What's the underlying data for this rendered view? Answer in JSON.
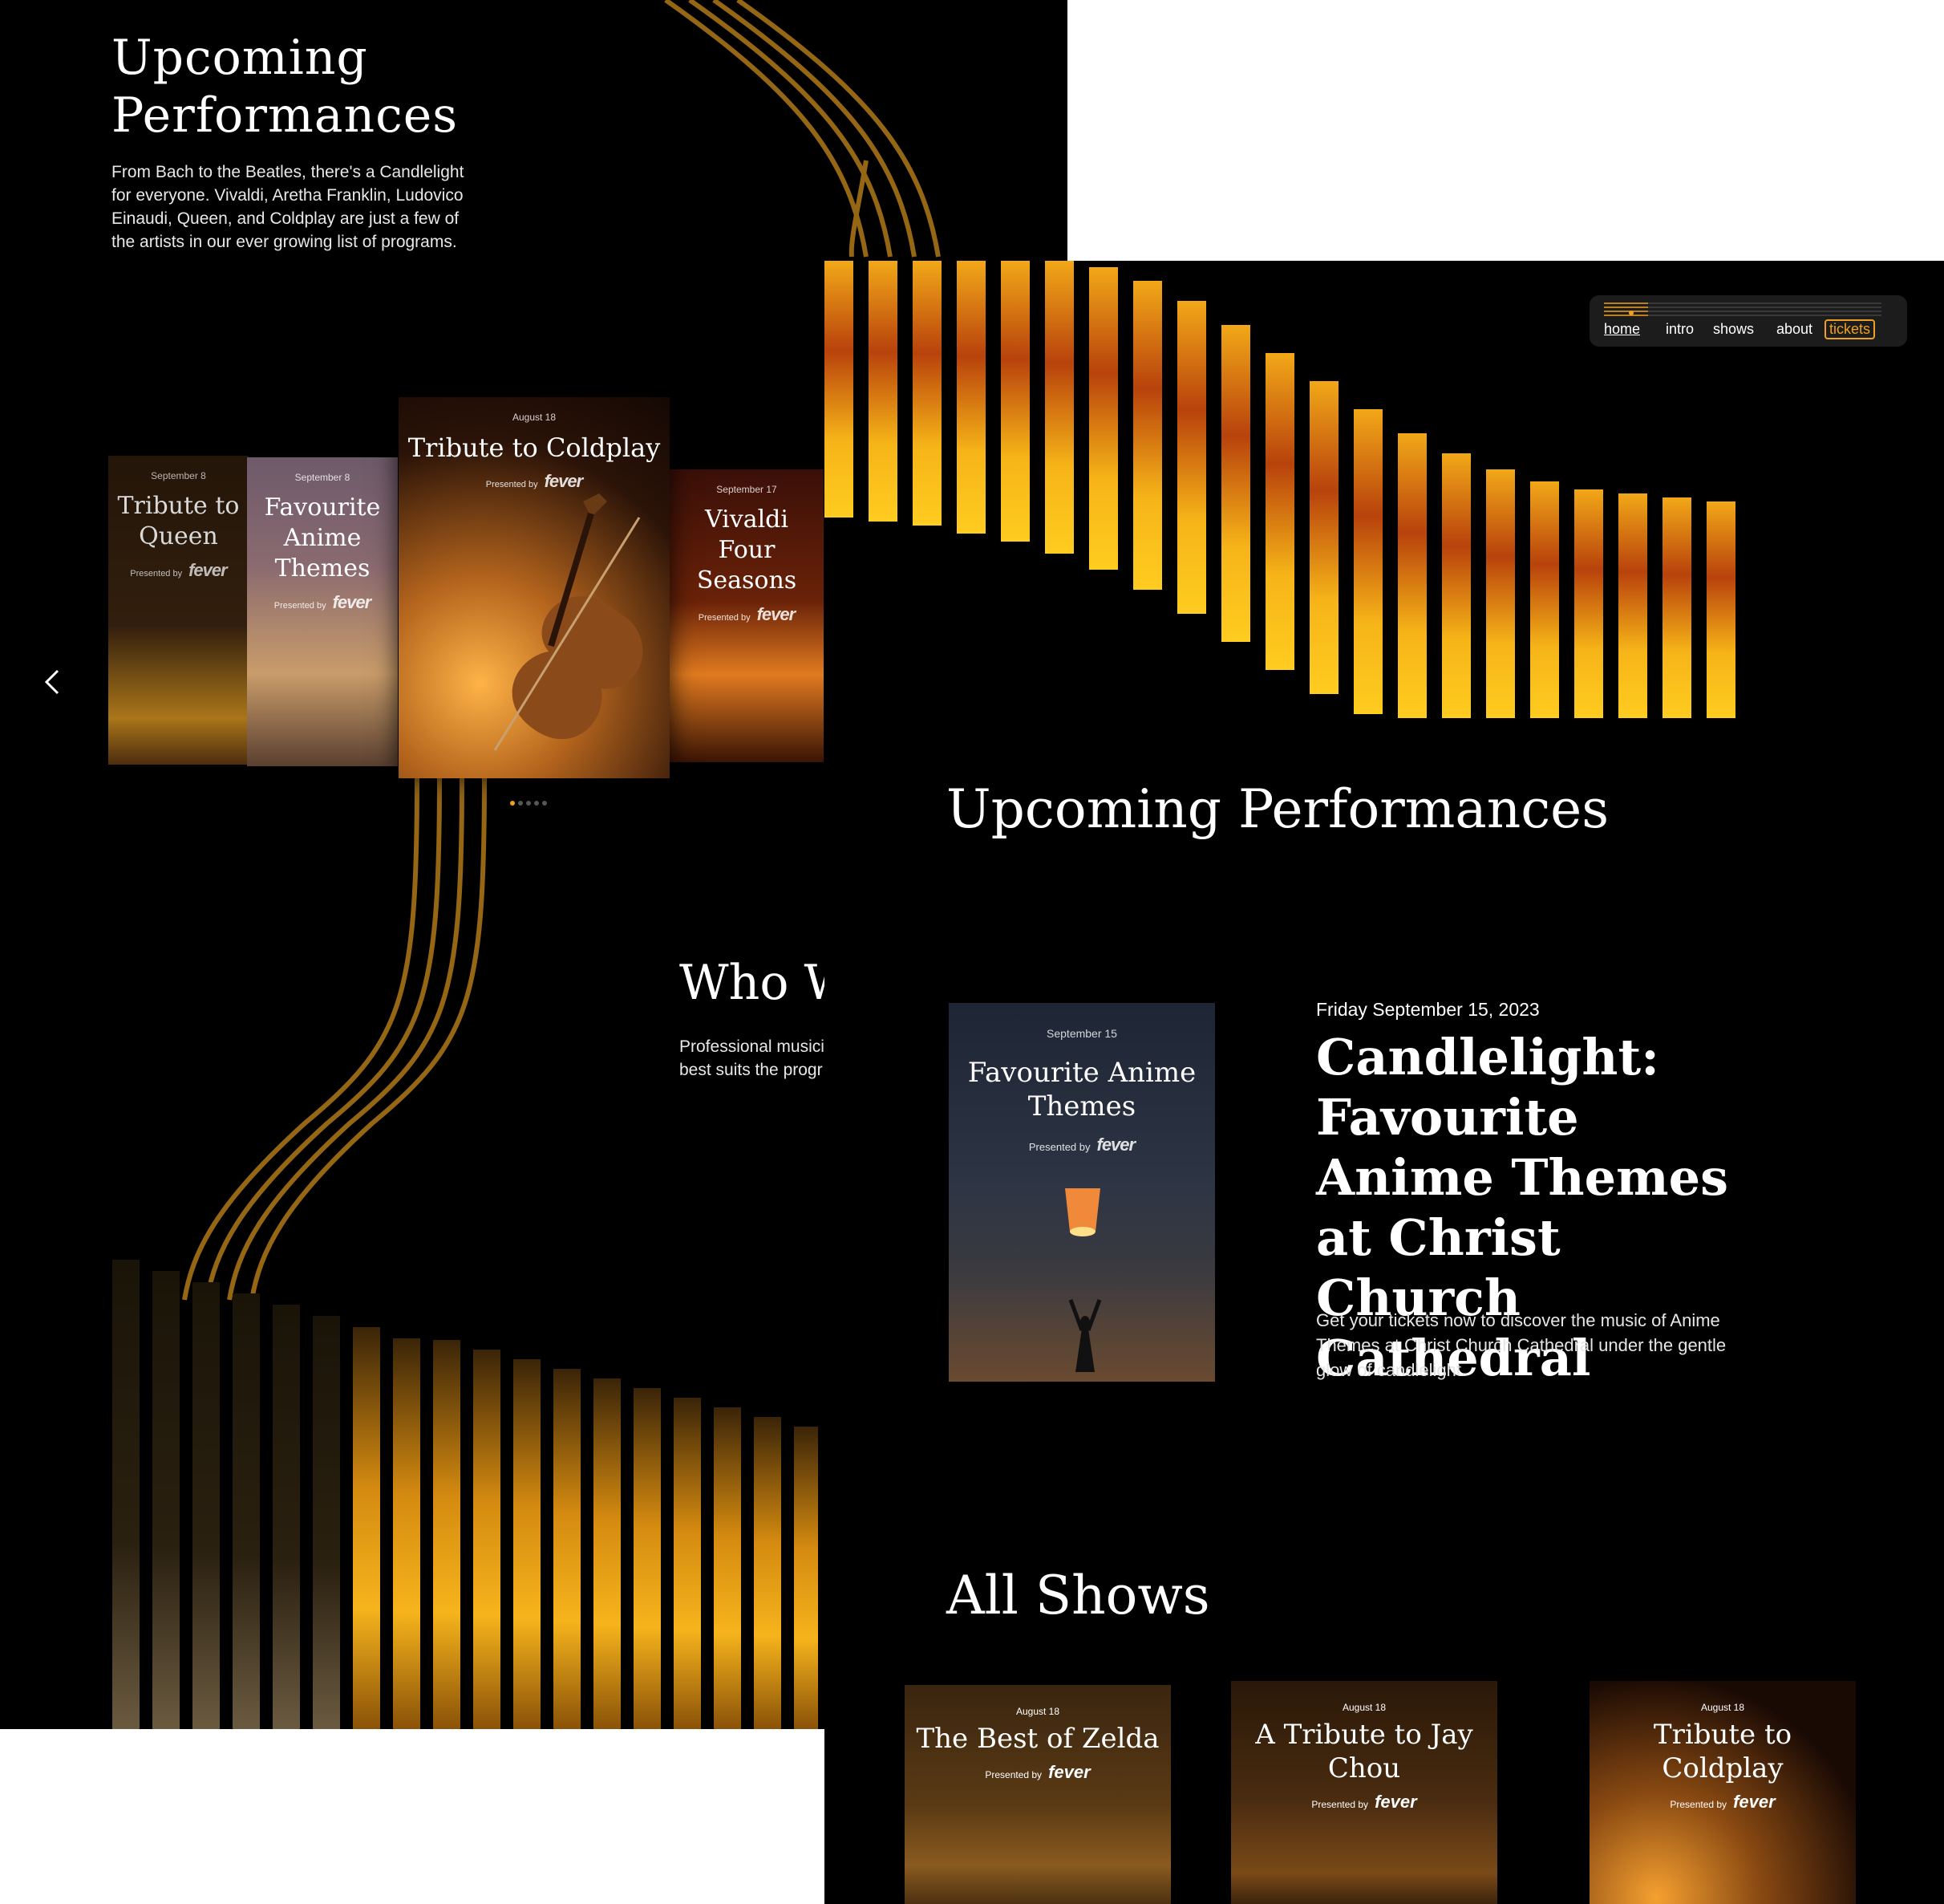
{
  "left": {
    "title_line1": "Upcoming",
    "title_line2": "Performances",
    "description": "From Bach to the Beatles, there's a Candlelight for everyone. Vivaldi, Aretha Franklin, Ludovico Einaudi, Queen, and Coldplay are just a few of the artists in our ever growing list of programs.",
    "prev_label": "<",
    "carousel": [
      {
        "date": "September 8",
        "title": "Tribute to Queen",
        "presented": "Presented by",
        "brand": "fever"
      },
      {
        "date": "September 8",
        "title": "Favourite Anime Themes",
        "presented": "Presented by",
        "brand": "fever"
      },
      {
        "date": "August 18",
        "title": "Tribute to Coldplay",
        "presented": "Presented by",
        "brand": "fever"
      },
      {
        "date": "September 17",
        "title": "Vivaldi Four Seasons",
        "presented": "Presented by",
        "brand": "fever"
      }
    ],
    "who_title": "Who W",
    "who_text": "Professional musici world will leave you skill. We always cho best suits the progr quartet, brass band"
  },
  "nav": {
    "home": "home",
    "intro": "intro",
    "shows": "shows",
    "about": "about",
    "tickets": "tickets"
  },
  "right": {
    "upcoming_title": "Upcoming Performances",
    "featured": {
      "card_date": "September 15",
      "card_title": "Favourite Anime Themes",
      "presented": "Presented by",
      "brand": "fever",
      "date": "Friday September 15, 2023",
      "title": "Candlelight: Favourite Anime Themes at Christ Church Cathedral",
      "description": "Get your tickets now to discover the music of Anime Themes at Christ Church Cathedral under the gentle glow of candlelight."
    },
    "all_shows_title": "All Shows",
    "shows": [
      {
        "date": "August 18",
        "title": "The Best of Zelda",
        "presented": "Presented by",
        "brand": "fever"
      },
      {
        "date": "August 18",
        "title": "A Tribute to Jay Chou",
        "presented": "Presented by",
        "brand": "fever"
      },
      {
        "date": "August 18",
        "title": "Tribute to Coldplay",
        "presented": "Presented by",
        "brand": "fever"
      }
    ]
  },
  "colors": {
    "accent": "#f0a020",
    "background": "#000000",
    "nav_bg": "#1c1c1c"
  }
}
